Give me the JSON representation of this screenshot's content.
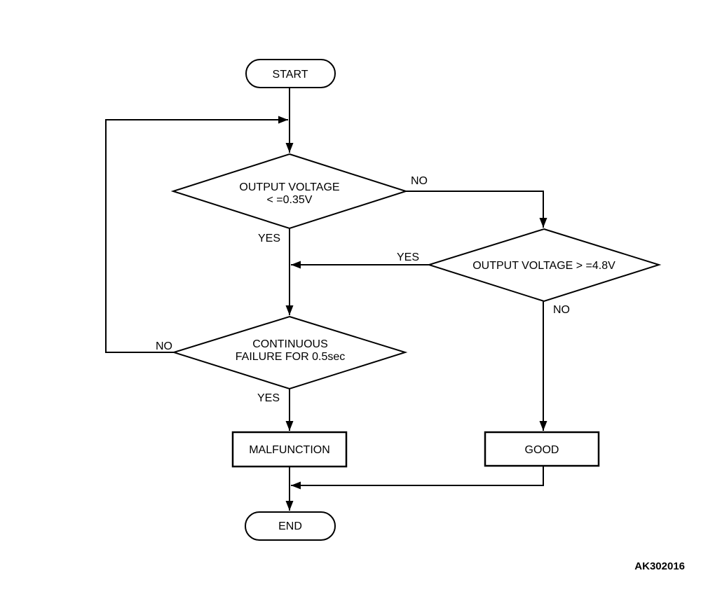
{
  "flowchart": {
    "nodes": {
      "start": {
        "type": "terminator",
        "label": "START"
      },
      "decision1": {
        "type": "decision",
        "line1": "OUTPUT VOLTAGE",
        "line2": "< =0.35V"
      },
      "decision2": {
        "type": "decision",
        "label": "OUTPUT VOLTAGE > =4.8V"
      },
      "decision3": {
        "type": "decision",
        "line1": "CONTINUOUS",
        "line2": "FAILURE FOR 0.5sec"
      },
      "malfunction": {
        "type": "process",
        "label": "MALFUNCTION"
      },
      "good": {
        "type": "process",
        "label": "GOOD"
      },
      "end": {
        "type": "terminator",
        "label": "END"
      }
    },
    "edge_labels": {
      "decision1_no": "NO",
      "decision1_yes": "YES",
      "decision2_yes": "YES",
      "decision2_no": "NO",
      "decision3_no": "NO",
      "decision3_yes": "YES"
    },
    "figure_code": "AK302016",
    "colors": {
      "line": "#000000",
      "text": "#000000",
      "background": "#ffffff"
    }
  }
}
